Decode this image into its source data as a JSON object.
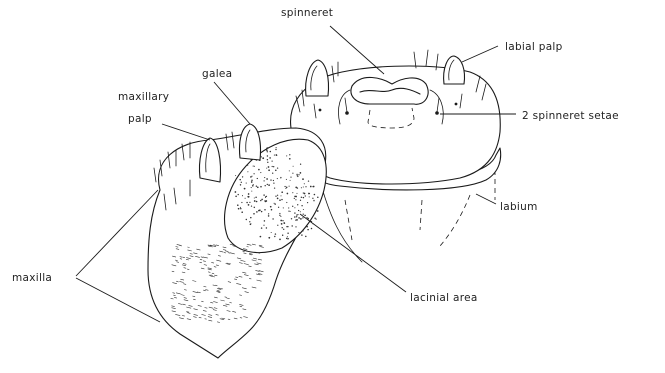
{
  "figure": {
    "labels": {
      "spinneret": "spinneret",
      "labial_palp": "labial palp",
      "galea": "galea",
      "maxillary_palp_line1": "maxillary",
      "maxillary_palp_line2": "palp",
      "spinneret_setae": "2 spinneret setae",
      "labium": "labium",
      "maxilla": "maxilla",
      "lacinial_area": "lacinial area"
    },
    "colors": {
      "ink": "#1a1a1a",
      "background": "#ffffff"
    }
  }
}
